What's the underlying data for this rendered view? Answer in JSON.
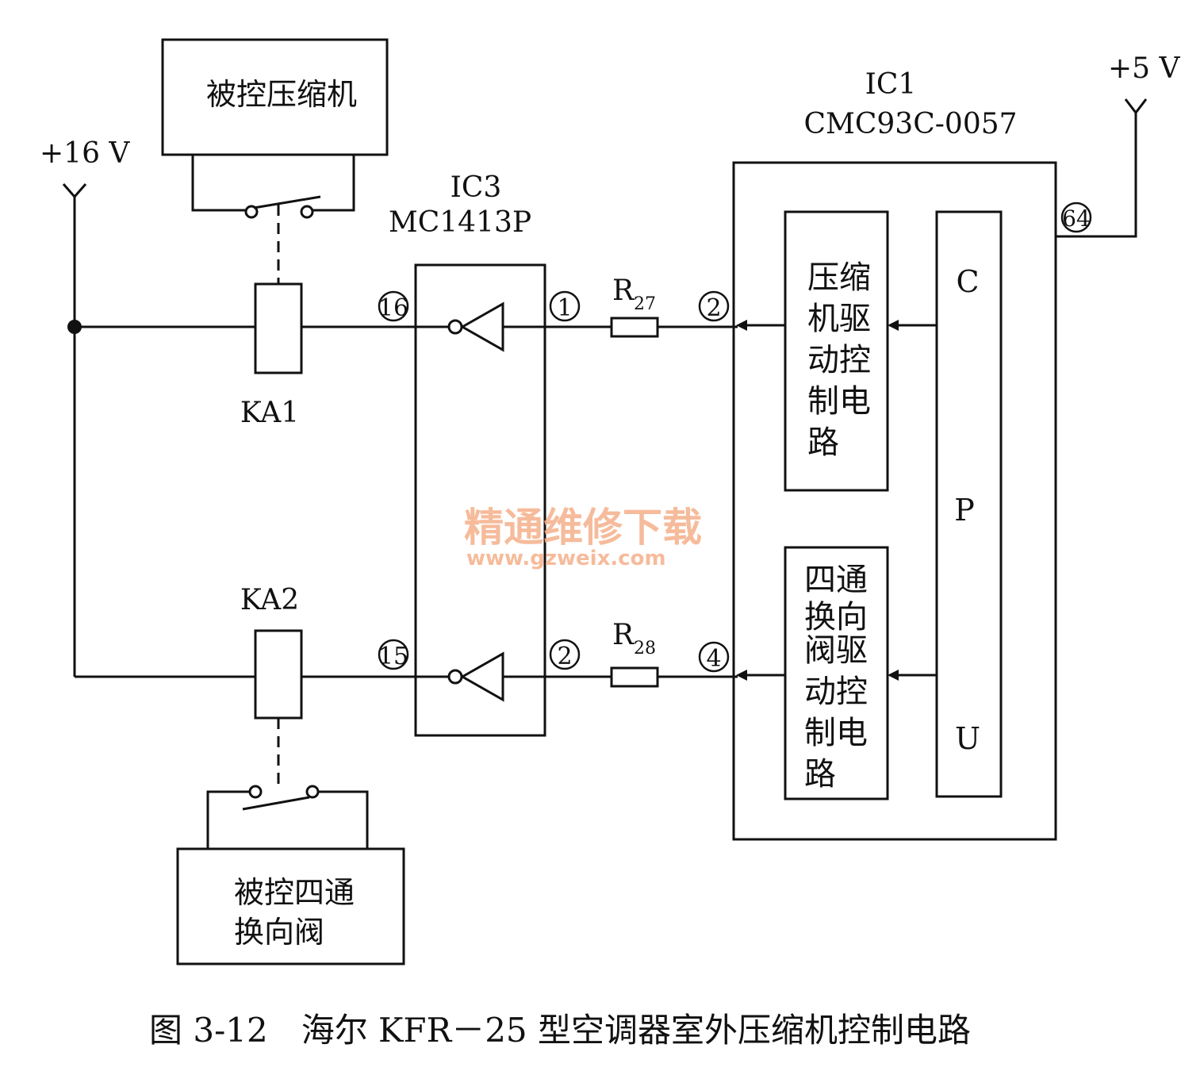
{
  "colors": {
    "ink": "#111111",
    "watermark": "#f5b08a"
  },
  "labels": {
    "compressor_box": "被控压缩机",
    "valve_box_line1": "被控四通",
    "valve_box_line2": "换向阀",
    "v16": "+16 V",
    "v5": "+5 V",
    "ka1": "KA1",
    "ka2": "KA2",
    "ic3_name": "IC3",
    "ic3_part": "MC1413P",
    "ic1_name": "IC1",
    "ic1_part": "CMC93C-0057",
    "r27_main": "R",
    "r27_sub": "27",
    "r28_main": "R",
    "r28_sub": "28",
    "pin16": "16",
    "pin15": "15",
    "pin1": "1",
    "pin2_ic3": "2",
    "pin2_ic1": "2",
    "pin4": "4",
    "pin64": "64",
    "comp_drive": [
      "压缩",
      "机驱",
      "动控",
      "制电",
      "路"
    ],
    "valve_drive": [
      "四通",
      "换向",
      "阀驱",
      "动控",
      "制电",
      "路"
    ],
    "cpu": [
      "C",
      "P",
      "U"
    ],
    "watermark_cn": "精通维修下载",
    "watermark_url": "www.gzweix.com",
    "caption": "图 3-12　海尔 KFR－25 型空调器室外压缩机控制电路"
  }
}
